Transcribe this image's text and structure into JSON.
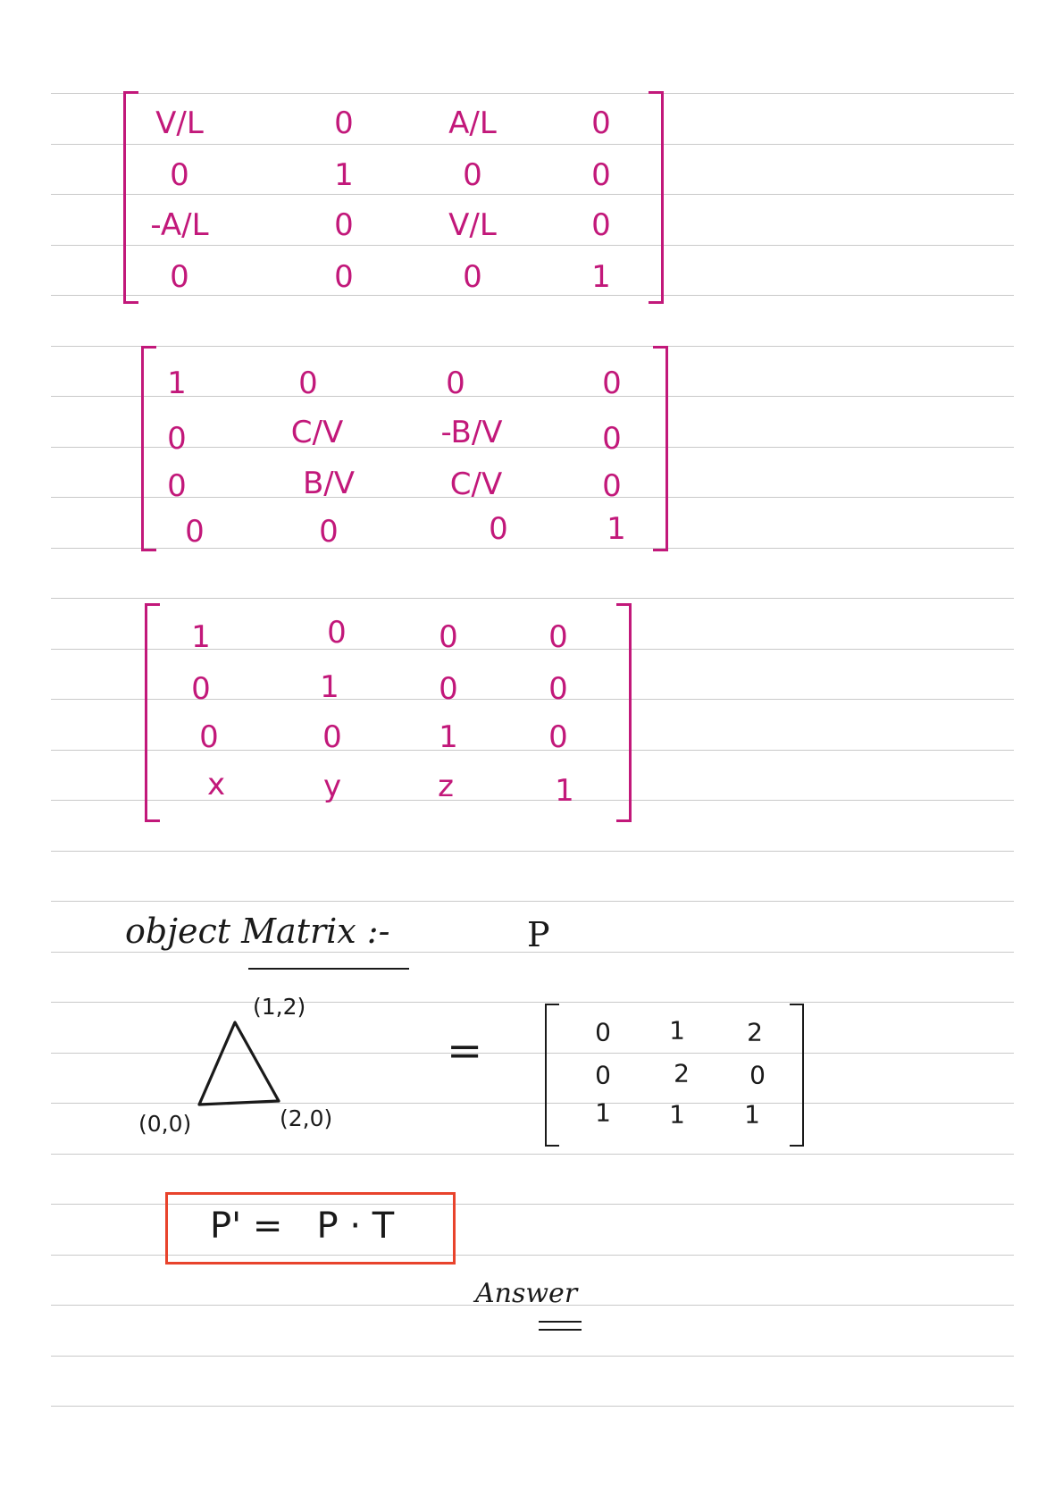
{
  "matrices": [
    {
      "rows": [
        [
          "V/L",
          "0",
          "A/L",
          "0"
        ],
        [
          "0",
          "1",
          "0",
          "0"
        ],
        [
          "-A/L",
          "0",
          "V/L",
          "0"
        ],
        [
          "0",
          "0",
          "0",
          "1"
        ]
      ],
      "ink": "#c2187a"
    },
    {
      "rows": [
        [
          "1",
          "0",
          "0",
          "0"
        ],
        [
          "0",
          "C/V",
          "-B/V",
          "0"
        ],
        [
          "0",
          "B/V",
          "C/V",
          "0"
        ],
        [
          "0",
          "0",
          "0",
          "1"
        ]
      ],
      "ink": "#c2187a"
    },
    {
      "rows": [
        [
          "1",
          "0",
          "0",
          "0"
        ],
        [
          "0",
          "1",
          "0",
          "0"
        ],
        [
          "0",
          "0",
          "1",
          "0"
        ],
        [
          "x",
          "y",
          "z",
          "1"
        ]
      ],
      "ink": "#c2187a"
    }
  ],
  "object_section": {
    "title": "object Matrix :-",
    "symbol": "P",
    "triangle_points": [
      "(1,2)",
      "(0,0)",
      "(2,0)"
    ],
    "equals": "=",
    "object_matrix": {
      "rows": [
        [
          "0",
          "1",
          "2"
        ],
        [
          "0",
          "2",
          "0"
        ],
        [
          "1",
          "1",
          "1"
        ]
      ],
      "ink": "#1a1a1a"
    }
  },
  "formula": {
    "text": "P' =   P · T",
    "box_color": "#e8432c"
  },
  "answer_label": "Answer"
}
